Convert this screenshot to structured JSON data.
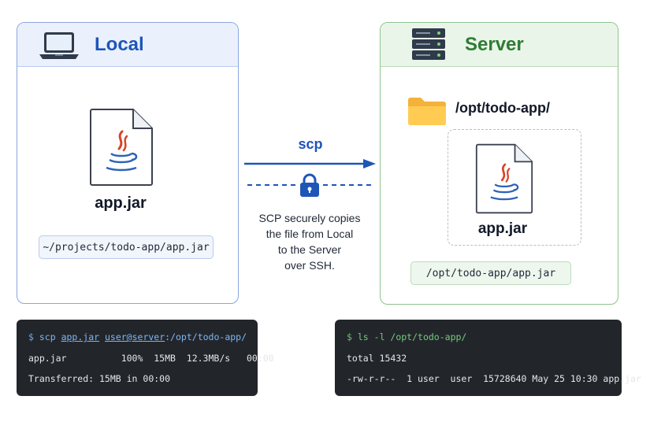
{
  "local": {
    "title": "Local",
    "icon": "laptop-icon",
    "file_name": "app.jar",
    "file_icon": "java-file-icon",
    "path": "~/projects/todo-app/app.jar"
  },
  "transfer": {
    "label": "scp",
    "caption": [
      "SCP securely copies",
      "the file from Local",
      "to the Server",
      "over SSH."
    ],
    "icon": "lock-icon"
  },
  "server": {
    "title": "Server",
    "icon": "server-icon",
    "folder": "/opt/todo-app/",
    "folder_icon": "folder-icon",
    "file_name": "app.jar",
    "path": "/opt/todo-app/app.jar"
  },
  "terminal_local": {
    "prompt": "$",
    "cmd_prefix": "scp ",
    "cmd_file": "app.jar",
    "cmd_space": " ",
    "cmd_user": "user@server",
    "cmd_dest": ":/opt/todo-app/",
    "line2": "app.jar          100%  15MB  12.3MB/s   00:00",
    "line3": "Transferred: 15MB in 00:00"
  },
  "terminal_server": {
    "prompt": "$",
    "cmd": "ls -l /opt/todo-app/",
    "line2": "total 15432",
    "line3": "-rw-r-r--  1 user  user  15728640 May 25 10:30 app.jar"
  },
  "colors": {
    "local_accent": "#1e55b8",
    "server_accent": "#2e7d32",
    "arrow": "#1e55b8",
    "terminal_bg": "#22262b"
  }
}
